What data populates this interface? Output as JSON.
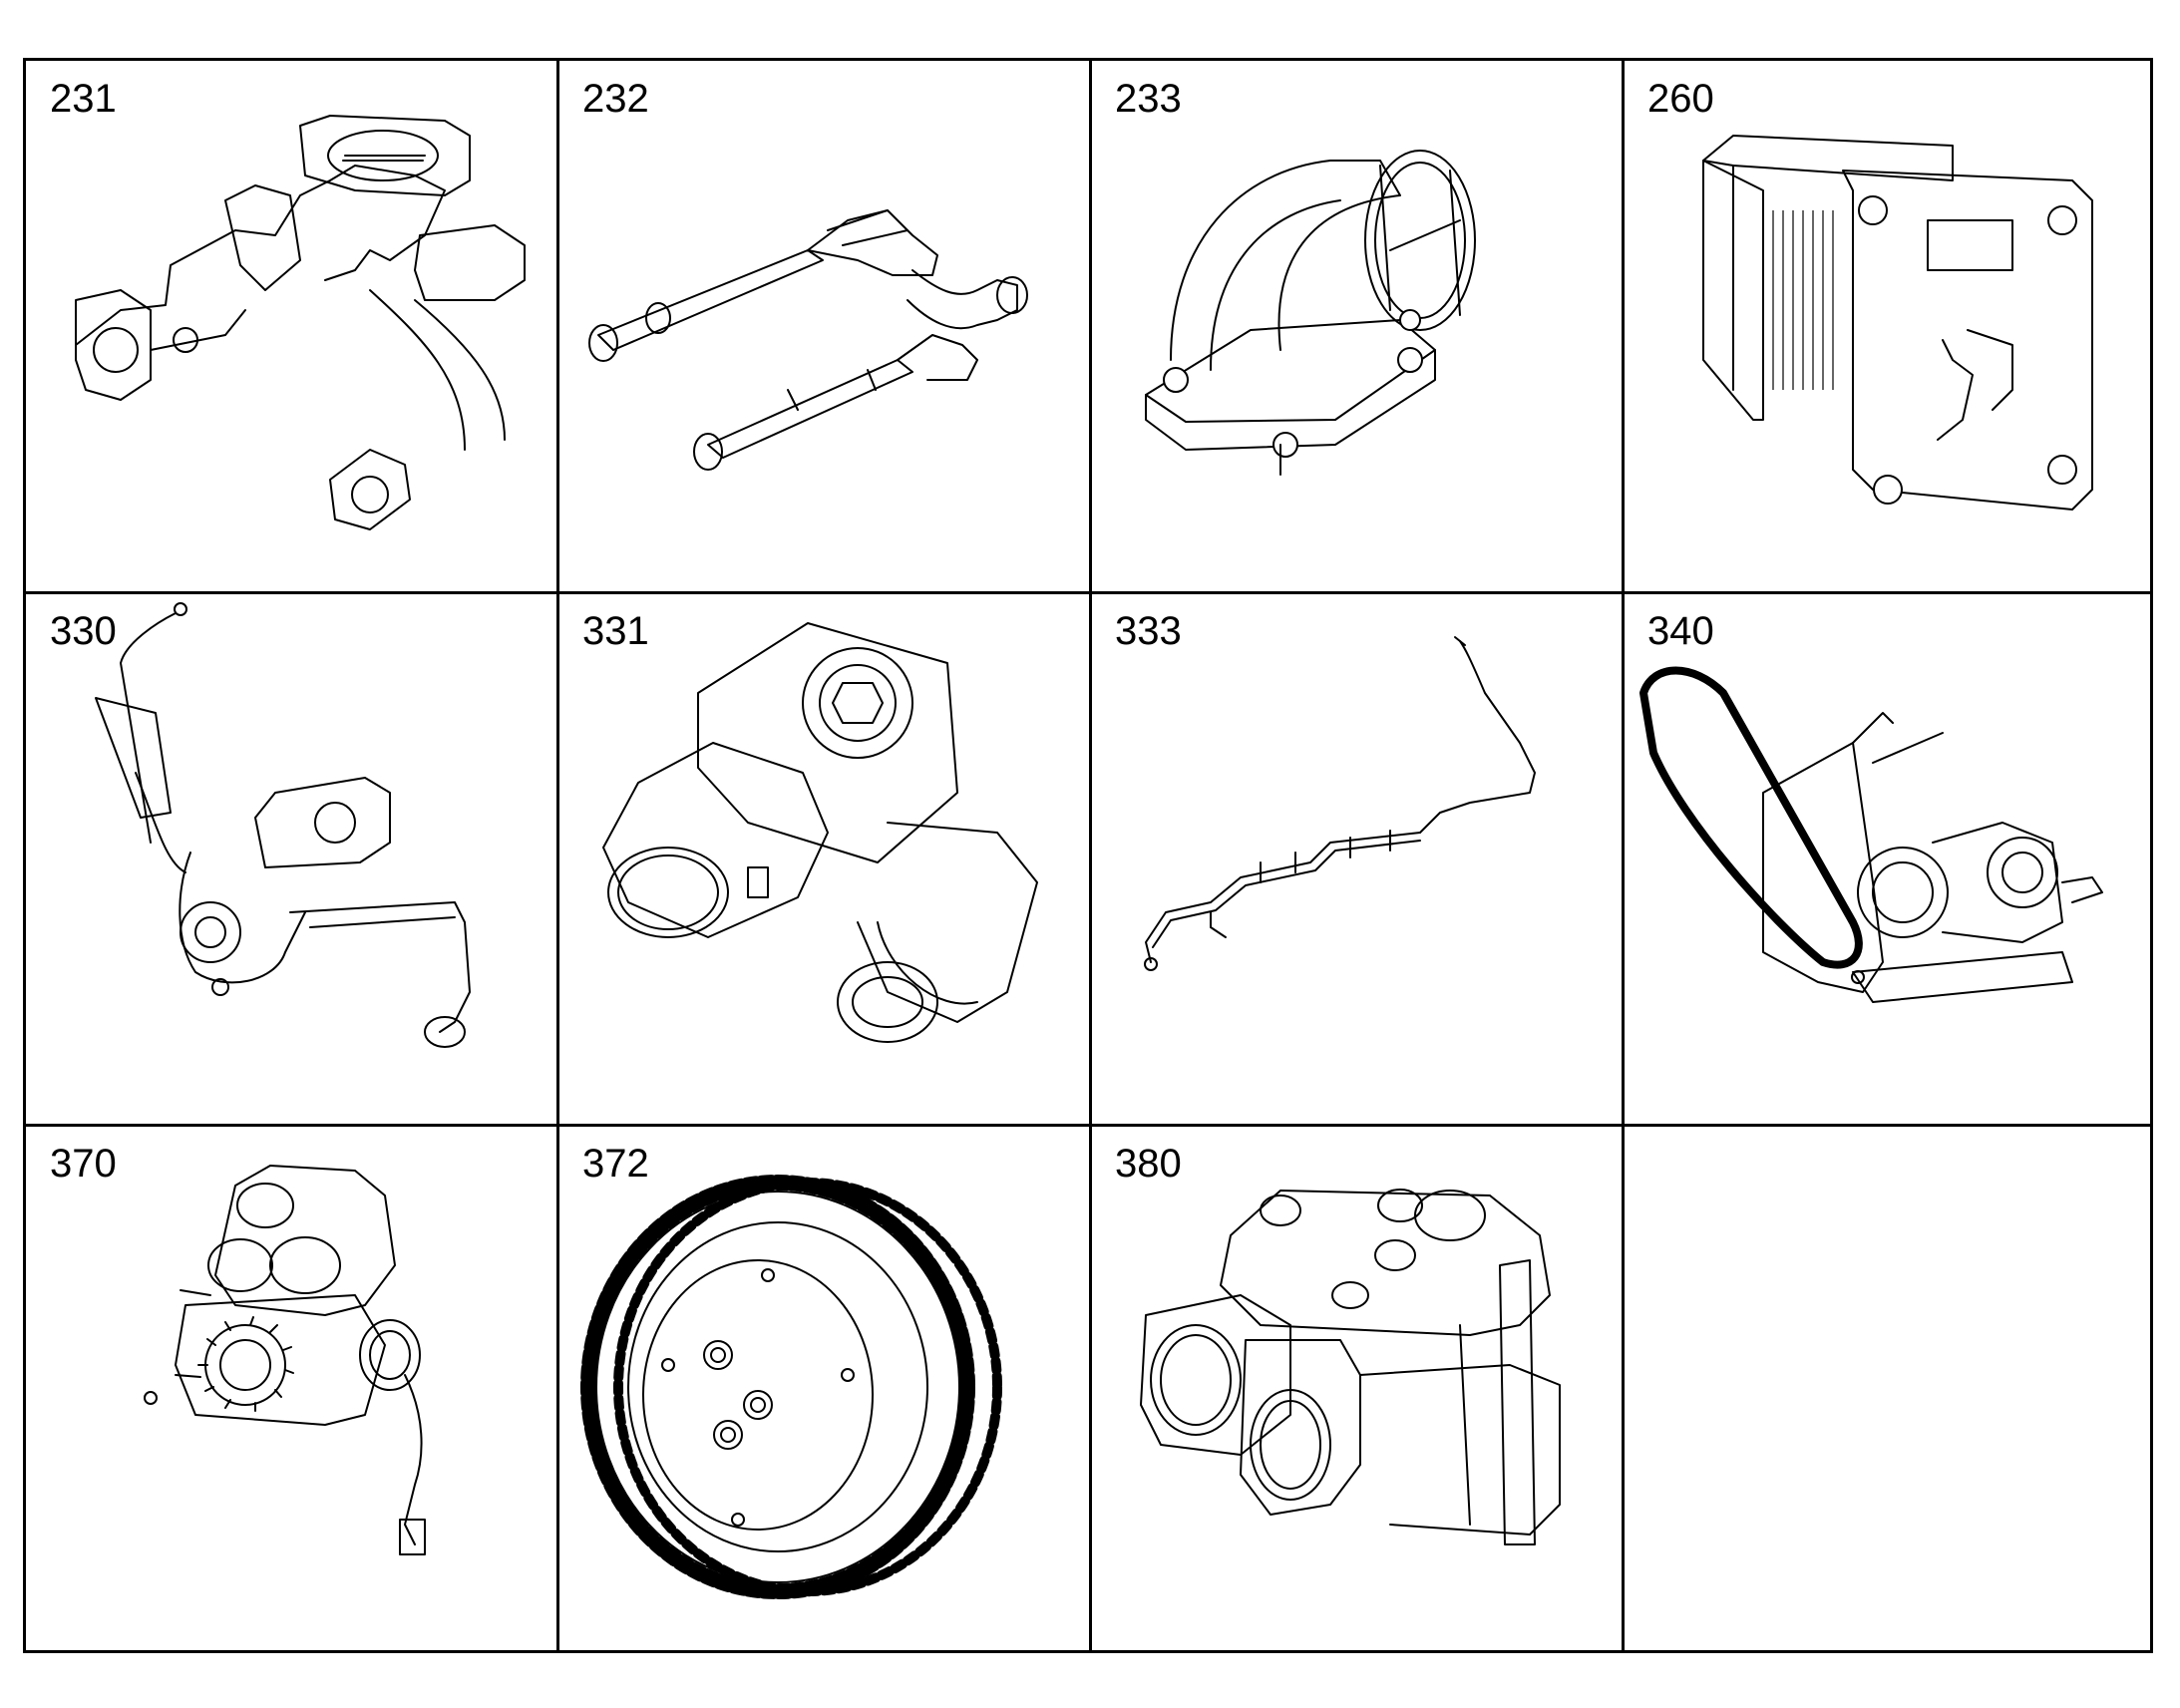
{
  "diagram": {
    "cells": [
      {
        "id": "231",
        "icon": "intake-manifold-icon"
      },
      {
        "id": "232",
        "icon": "pipe-assembly-icon"
      },
      {
        "id": "233",
        "icon": "elbow-pipe-icon"
      },
      {
        "id": "260",
        "icon": "intercooler-icon"
      },
      {
        "id": "330",
        "icon": "air-compressor-icon"
      },
      {
        "id": "331",
        "icon": "fitting-union-icon"
      },
      {
        "id": "333",
        "icon": "line-harness-icon"
      },
      {
        "id": "340",
        "icon": "belt-drive-icon"
      },
      {
        "id": "370",
        "icon": "pump-assembly-icon"
      },
      {
        "id": "372",
        "icon": "gear-icon"
      },
      {
        "id": "380",
        "icon": "cylinder-head-icon"
      },
      {
        "id": "",
        "icon": ""
      }
    ]
  }
}
